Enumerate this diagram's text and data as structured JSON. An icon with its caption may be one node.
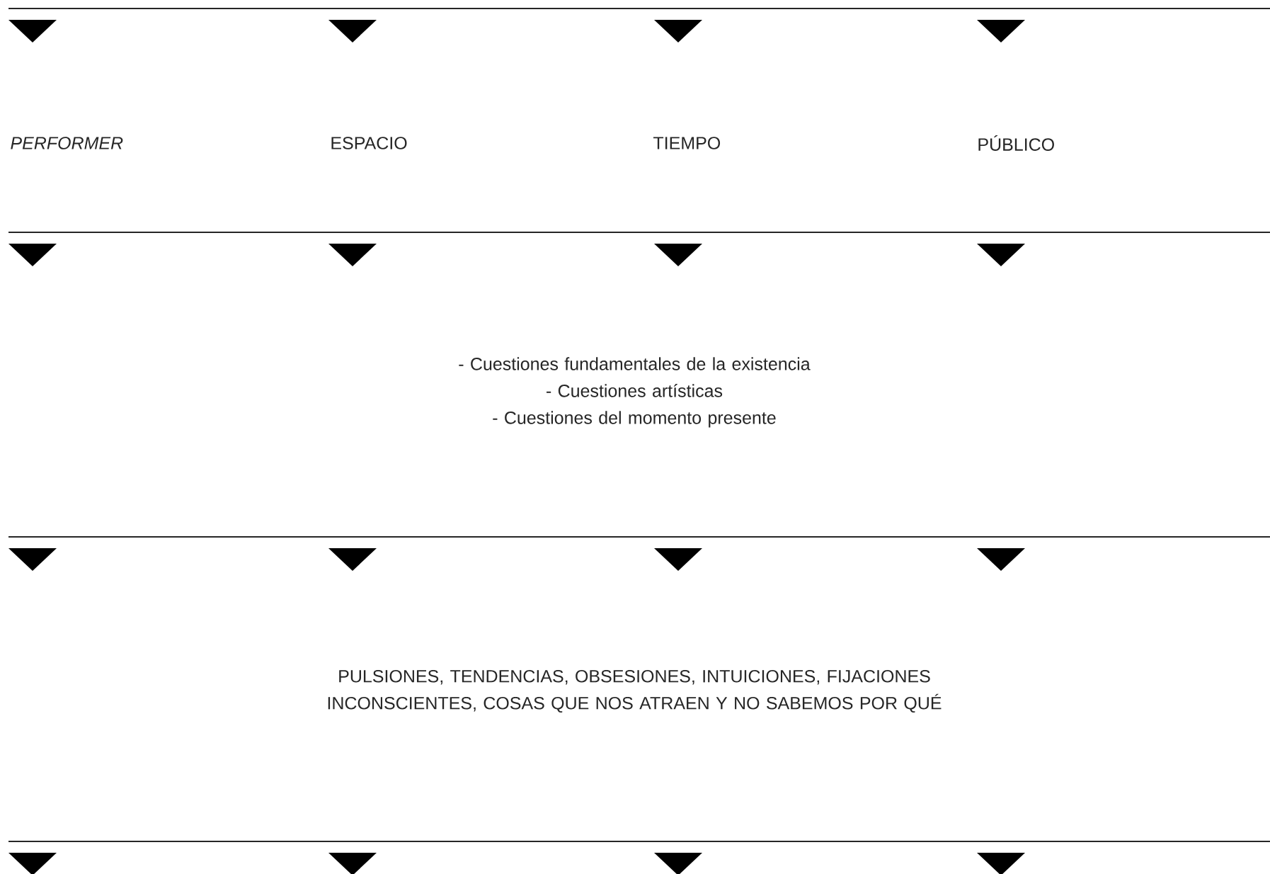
{
  "diagram": {
    "nodes": [
      {
        "text": [
          "PERFORMER"
        ]
      },
      {
        "text": [
          "ESPACIO"
        ]
      },
      {
        "text": [
          "TIEMPO"
        ]
      },
      {
        "text": [
          "PÚBLICO"
        ]
      },
      {
        "text": [
          "- Cuestiones fundamentales de la existencia",
          "- Cuestiones artísticas",
          "- Cuestiones del momento presente"
        ]
      },
      {
        "text": [
          "PULSIONES, TENDENCIAS, OBSESIONES, INTUICIONES, FIJACIONES INCONSCIENTES, COSAS QUE NOS ATRAEN Y NO SABEMOS POR QUÉ"
        ]
      }
    ]
  }
}
